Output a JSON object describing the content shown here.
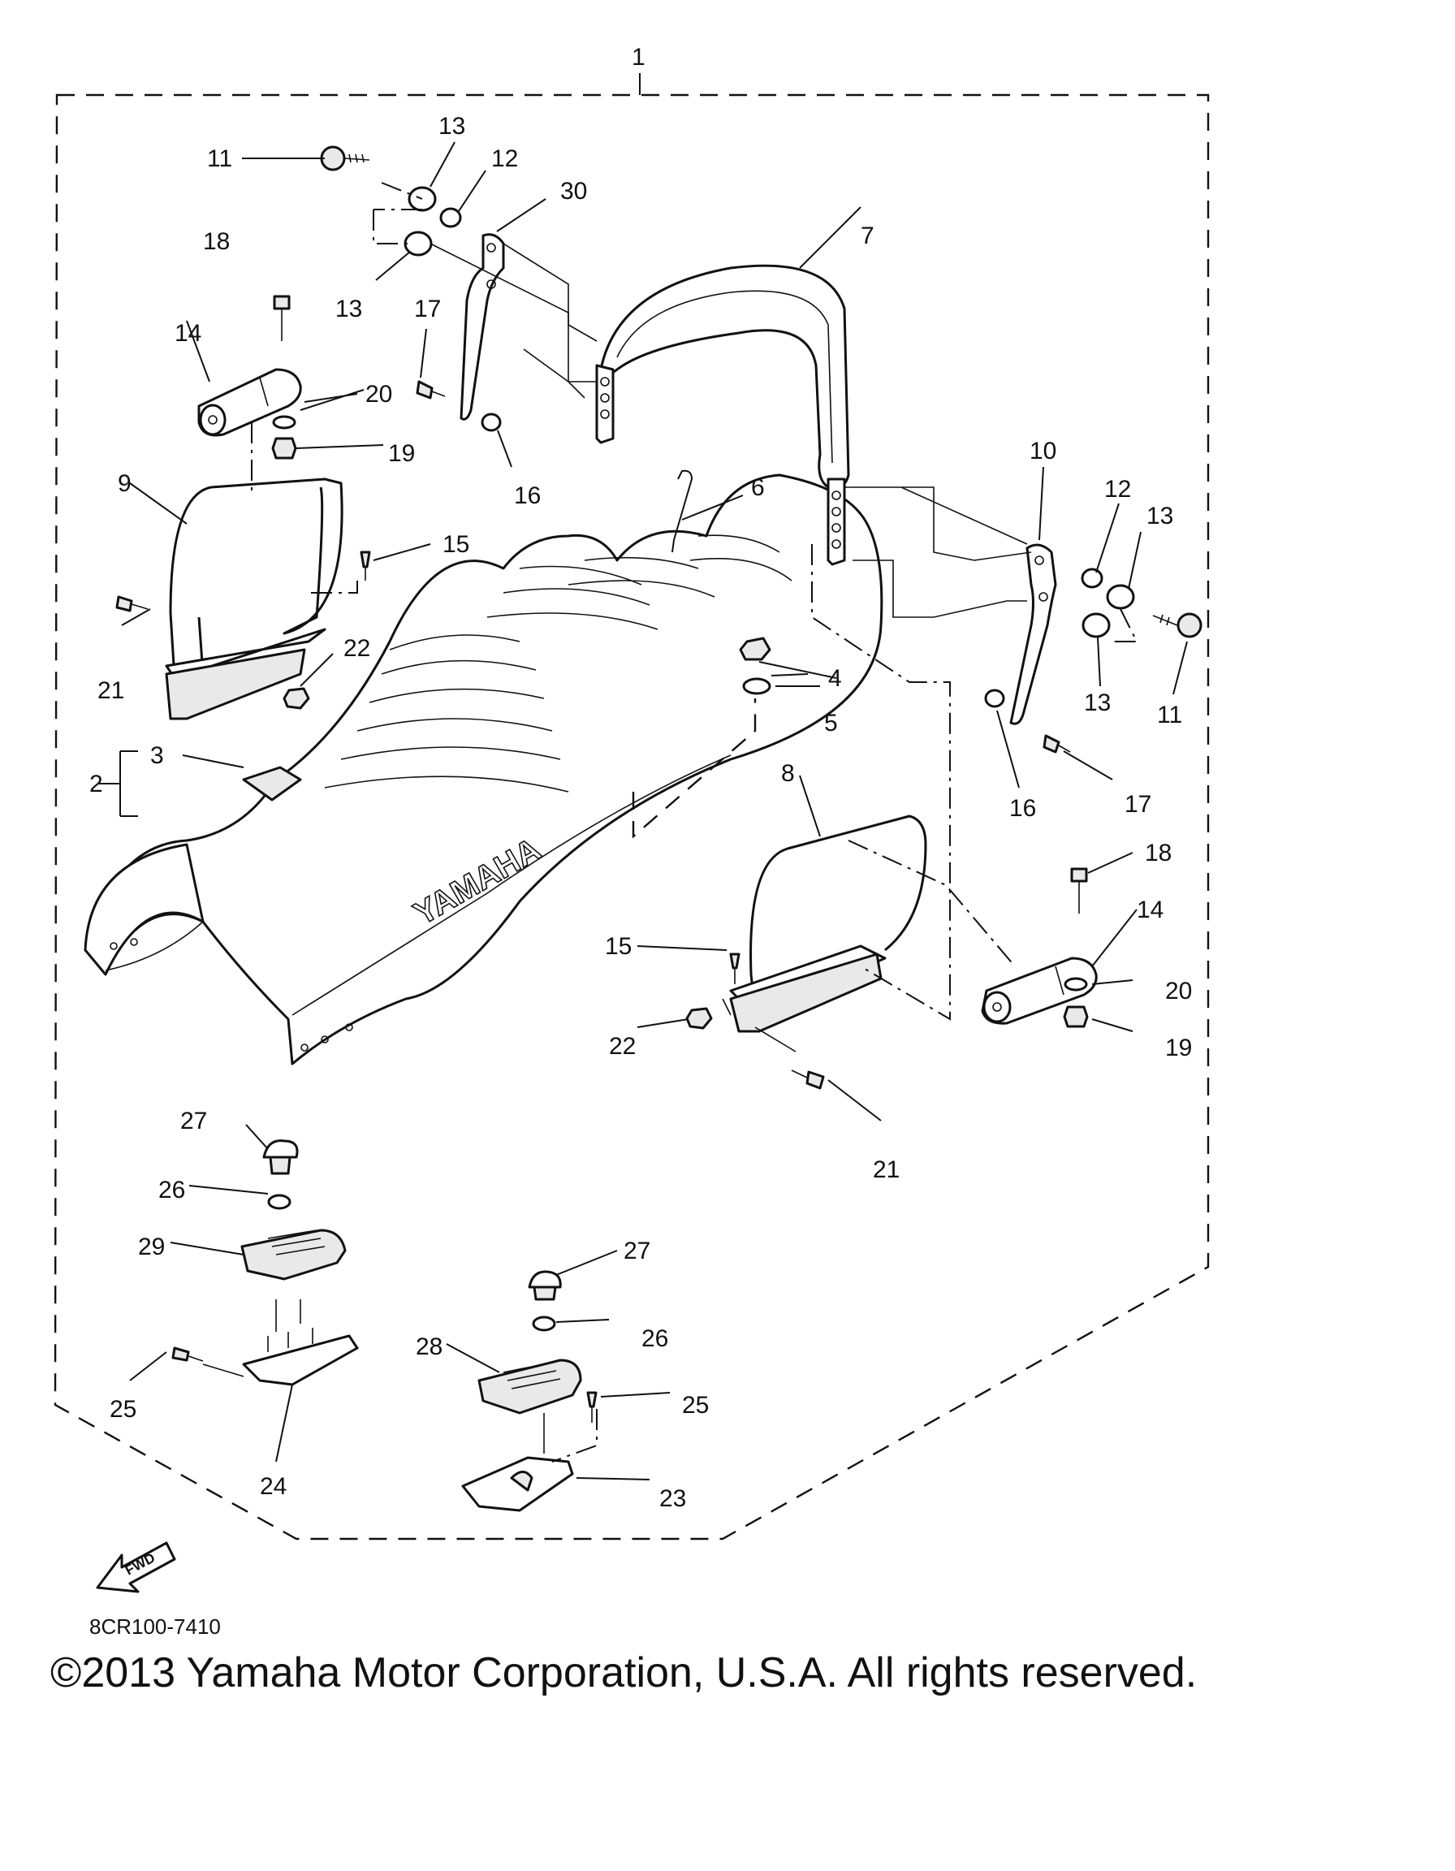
{
  "labels": {
    "l1": "1",
    "l2": "2",
    "l3": "3",
    "l4": "4",
    "l5": "5",
    "l6": "6",
    "l7": "7",
    "l8": "8",
    "l9": "9",
    "l10": "10",
    "l11a": "11",
    "l11b": "11",
    "l12a": "12",
    "l12b": "12",
    "l13a": "13",
    "l13b": "13",
    "l13c": "13",
    "l13d": "13",
    "l14a": "14",
    "l14b": "14",
    "l15a": "15",
    "l15b": "15",
    "l16a": "16",
    "l16b": "16",
    "l17a": "17",
    "l17b": "17",
    "l18a": "18",
    "l18b": "18",
    "l19a": "19",
    "l19b": "19",
    "l20a": "20",
    "l20b": "20",
    "l21a": "21",
    "l21b": "21",
    "l22a": "22",
    "l22b": "22",
    "l23": "23",
    "l24": "24",
    "l25a": "25",
    "l25b": "25",
    "l26a": "26",
    "l26b": "26",
    "l27a": "27",
    "l27b": "27",
    "l28": "28",
    "l29": "29",
    "l30": "30"
  },
  "seat_brand": "YAMAHA",
  "fwd_marker": "FWD",
  "diagram_code": "8CR100-7410",
  "copyright": "©2013 Yamaha Motor Corporation, U.S.A. All rights reserved."
}
